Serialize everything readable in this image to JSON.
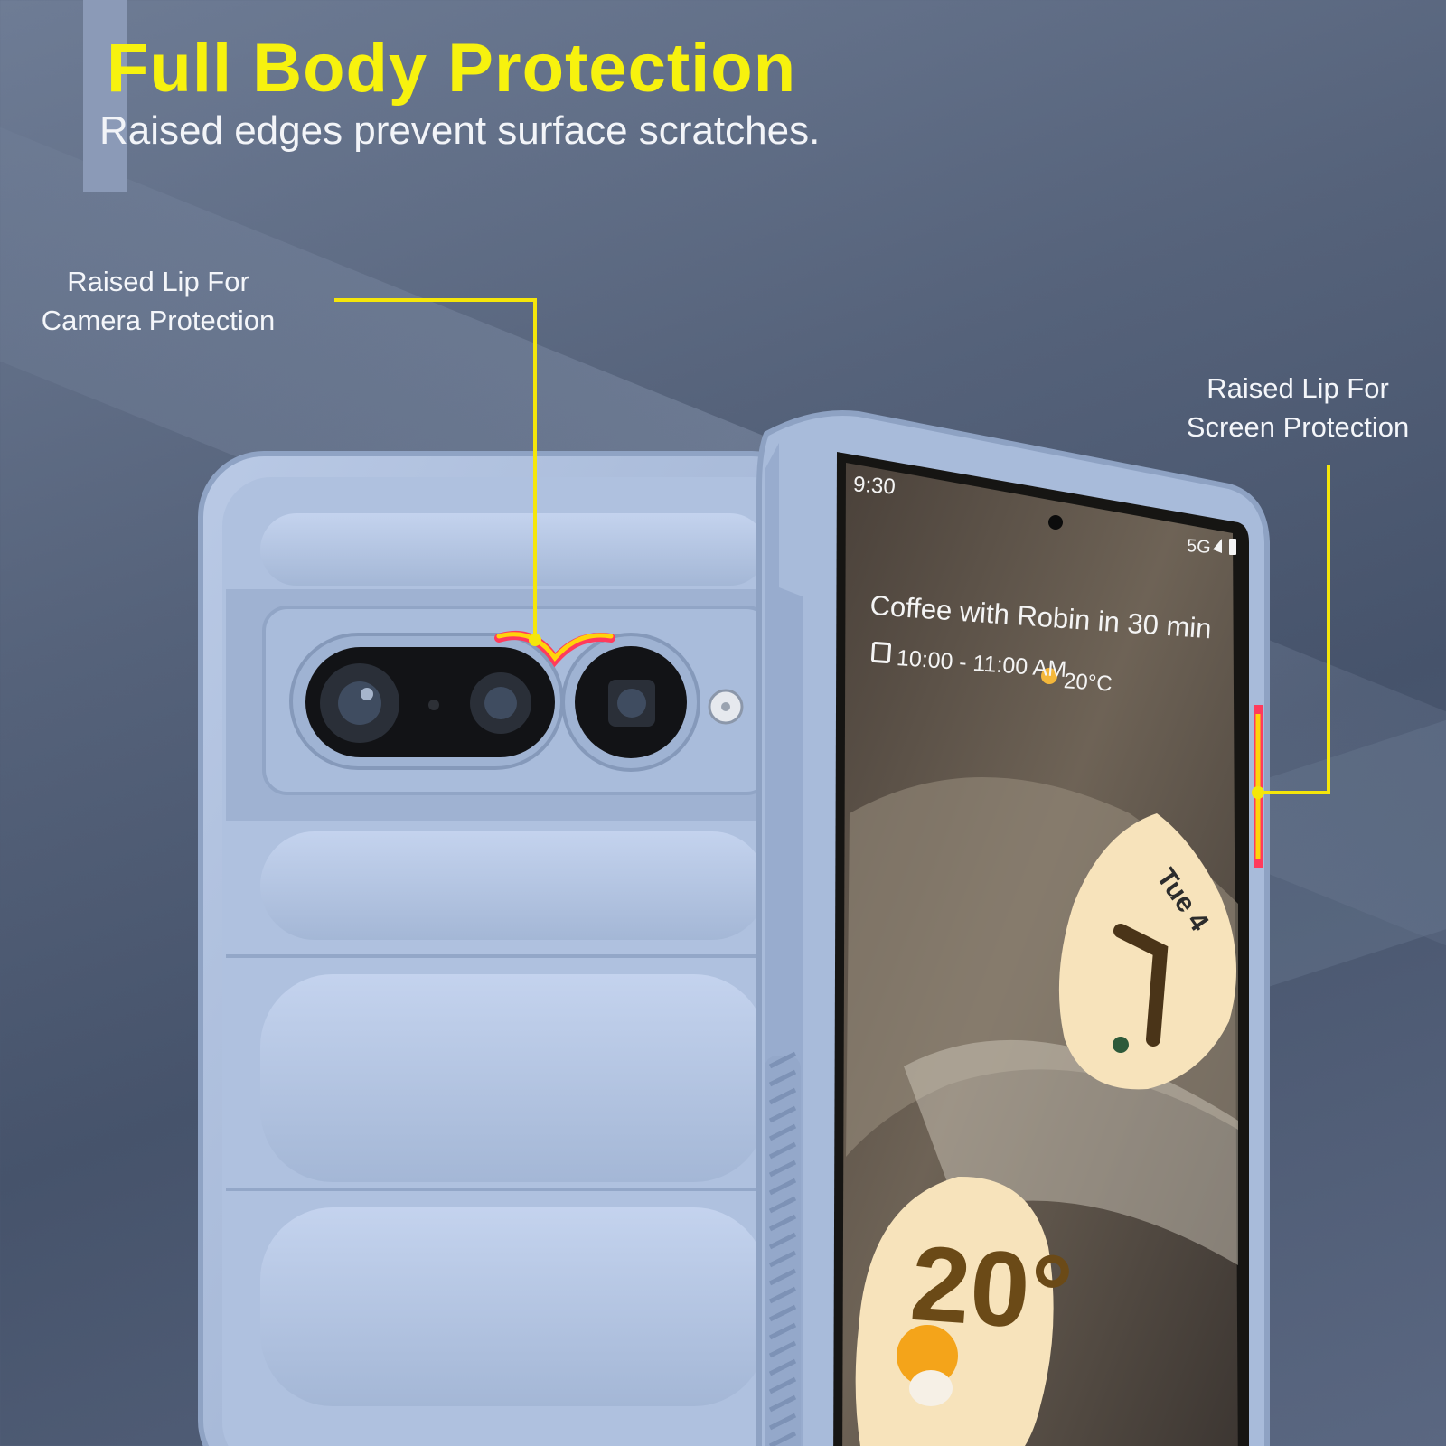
{
  "headline": "Full Body Protection",
  "subheadline": "Raised edges prevent surface scratches.",
  "callouts": {
    "camera": [
      "Raised Lip For",
      "Camera Protection"
    ],
    "screen": [
      "Raised Lip For",
      "Screen Protection"
    ]
  },
  "phone_screen": {
    "status_time": "9:30",
    "status_network": "5G",
    "event_title": "Coffee with Robin in 30 min",
    "event_time": "10:00 - 11:00 AM",
    "event_temperature": "20°C",
    "date": "Tue 4",
    "weather_temperature": "20°"
  },
  "colors": {
    "headline": "#f7f20e",
    "callout_line": "#f5e60a",
    "case": "#a9bbd9",
    "background": "#55627a"
  }
}
